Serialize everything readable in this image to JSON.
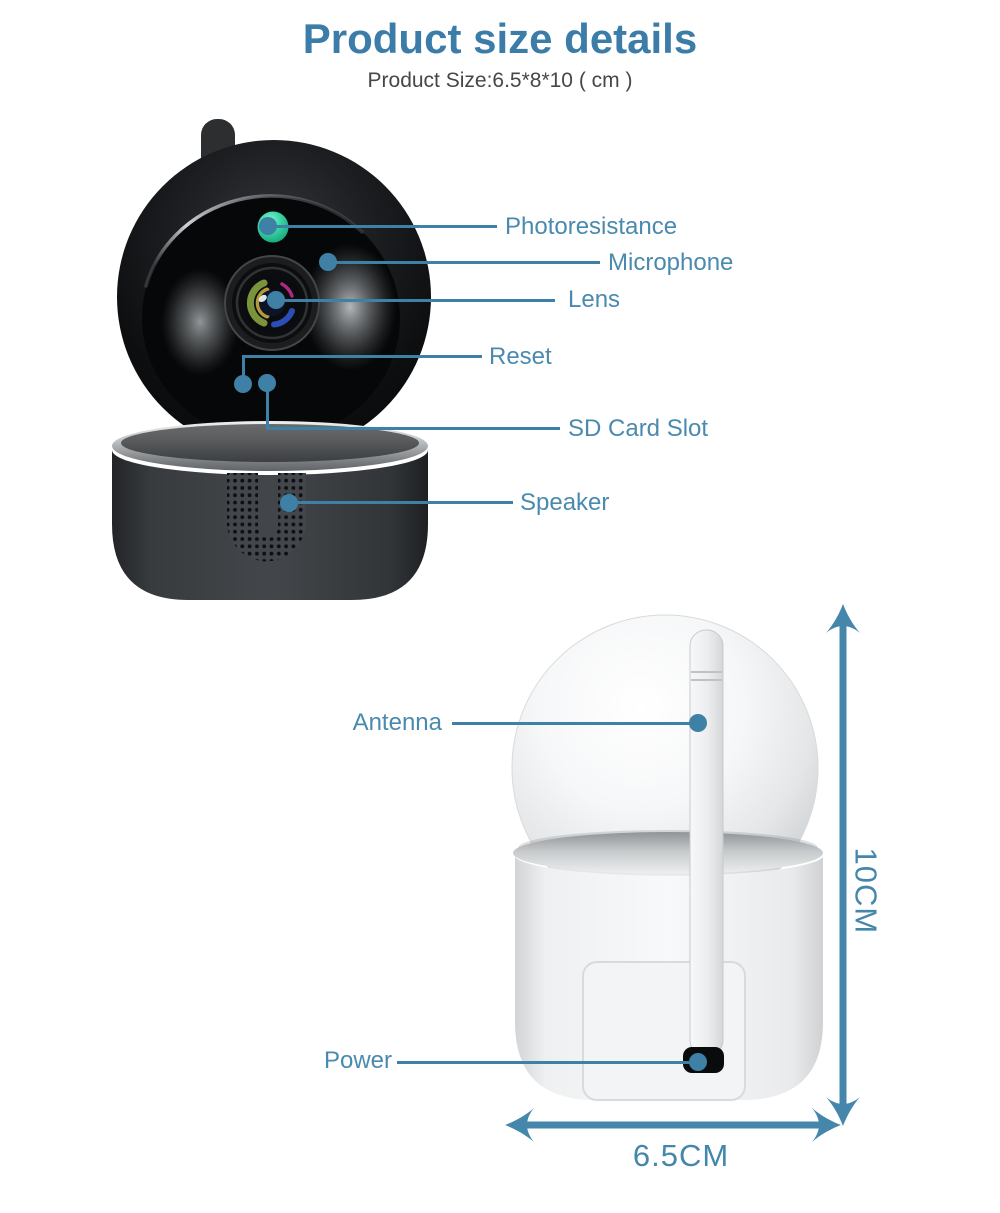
{
  "header": {
    "title": "Product size details",
    "subtitle": "Product Size:6.5*8*10 ( cm )"
  },
  "front_labels": {
    "photoresistance": "Photoresistance",
    "microphone": "Microphone",
    "lens": "Lens",
    "reset": "Reset",
    "sd_card_slot": "SD Card Slot",
    "speaker": "Speaker"
  },
  "back_labels": {
    "antenna": "Antenna",
    "power": "Power"
  },
  "dimensions": {
    "height": "10CM",
    "width": "6.5CM"
  },
  "colors": {
    "title_blue": "#3c7ca8",
    "label_blue": "#4a8aae",
    "line_blue": "#3f81a6",
    "arrow_blue": "#4587ab",
    "subtitle_gray": "#474747",
    "photoresistance_green": "#2fd0a4",
    "camera_front_body": "#35383b",
    "camera_back_body": "#f2f3f4"
  }
}
